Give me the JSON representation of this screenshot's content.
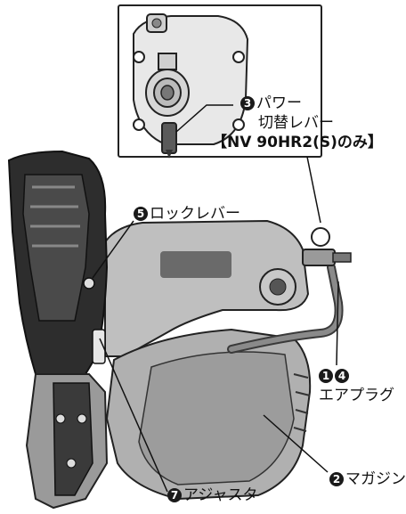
{
  "labels": {
    "power_switch": {
      "num": "3",
      "line1": "パワー",
      "line2": "切替レバー",
      "note": "【NV 90HR2(S)のみ】"
    },
    "lock_lever": {
      "num": "5",
      "text": "ロックレバー"
    },
    "air_plug": {
      "num1": "1",
      "num2": "4",
      "text": "エアプラグ"
    },
    "magazine": {
      "num": "2",
      "text": "マガジン"
    },
    "adjuster": {
      "num": "7",
      "text": "アジャスタ"
    }
  }
}
